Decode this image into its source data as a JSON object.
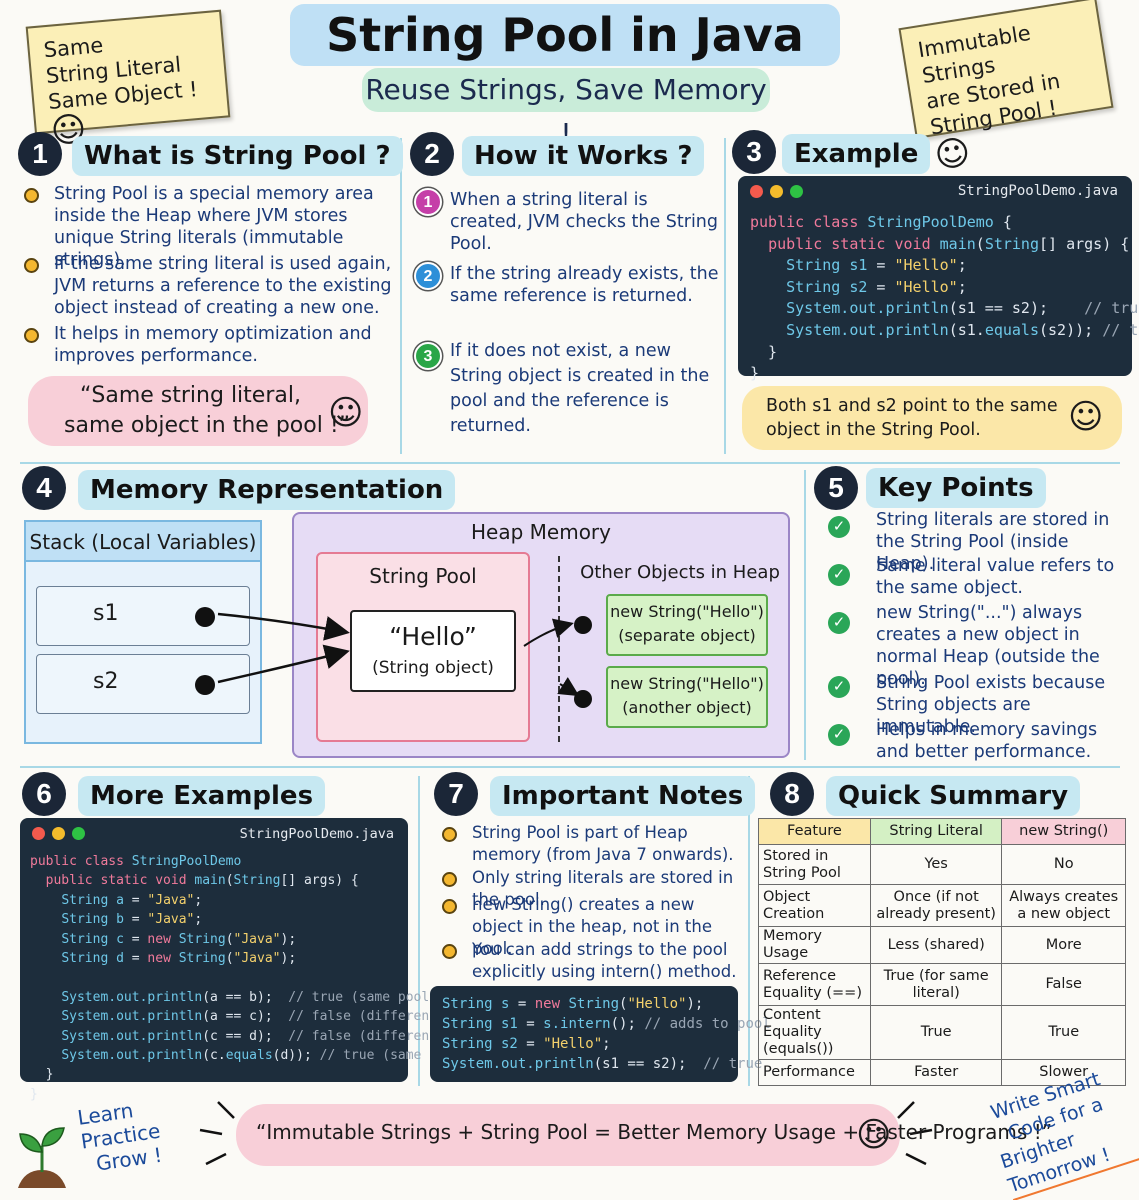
{
  "header": {
    "title": "String Pool in Java",
    "subtitle": "Reuse Strings, Save Memory !",
    "note_left": [
      "Same",
      "String Literal",
      "Same Object !"
    ],
    "note_right": [
      "Immutable Strings",
      "are Stored in",
      "String Pool !"
    ]
  },
  "s1": {
    "num": "1",
    "title": "What is String Pool ?",
    "bullets": [
      "String Pool is a special memory area inside the Heap where JVM stores unique String literals (immutable strings).",
      "If the same string literal is used again, JVM returns a reference to the existing object instead of creating a new one.",
      "It helps in memory optimization and improves performance."
    ],
    "quote_line1": "“Same string literal,",
    "quote_line2": "same object in the pool !”"
  },
  "s2": {
    "num": "2",
    "title": "How it Works ?",
    "steps": [
      {
        "num": "1",
        "text": "When a string literal is created, JVM checks the String Pool.",
        "color": "#c53fa8"
      },
      {
        "num": "2",
        "text": "If the string already exists, the same reference is returned.",
        "color": "#2d8fd8"
      },
      {
        "num": "3",
        "text": "If it does not exist, a new String object is created in the pool and the reference is returned.",
        "color": "#2aa648"
      }
    ]
  },
  "s3": {
    "num": "3",
    "title": "Example",
    "filename": "StringPoolDemo.java",
    "callout": "Both s1 and s2 point to the same object in the String Pool."
  },
  "s4": {
    "num": "4",
    "title": "Memory Representation",
    "stack_title": "Stack (Local Variables)",
    "var1": "s1",
    "var2": "s2",
    "heap_title": "Heap Memory",
    "pool_title": "String Pool",
    "pool_value": "“Hello”",
    "pool_sub": "(String object)",
    "other_title": "Other Objects in Heap",
    "obj1_a": "new String(\"Hello\")",
    "obj1_b": "(separate object)",
    "obj2_a": "new String(\"Hello\")",
    "obj2_b": "(another object)"
  },
  "s5": {
    "num": "5",
    "title": "Key Points",
    "points": [
      "String literals are stored in the String Pool (inside Heap).",
      "Same literal value refers to the same object.",
      "new String(\"...\") always creates a new object in normal Heap (outside the pool).",
      "String Pool exists because String objects are immutable.",
      "Helps in memory savings and better performance."
    ]
  },
  "s6": {
    "num": "6",
    "title": "More Examples",
    "filename": "StringPoolDemo.java"
  },
  "s7": {
    "num": "7",
    "title": "Important Notes",
    "notes": [
      "String Pool is part of Heap memory (from Java 7 onwards).",
      "Only string literals are stored in the pool.",
      "new String() creates a new object in the heap, not in the pool.",
      "You can add strings to the pool explicitly using intern() method."
    ]
  },
  "s8": {
    "num": "8",
    "title": "Quick Summary",
    "headers": [
      "Feature",
      "String Literal",
      "new String()"
    ],
    "rows": [
      [
        "Stored in String Pool",
        "Yes",
        "No"
      ],
      [
        "Object Creation",
        "Once (if not already present)",
        "Always creates a new object"
      ],
      [
        "Memory Usage",
        "Less (shared)",
        "More"
      ],
      [
        "Reference Equality (==)",
        "True (for same literal)",
        "False"
      ],
      [
        "Content Equality (equals())",
        "True",
        "True"
      ],
      [
        "Performance",
        "Faster",
        "Slower"
      ]
    ]
  },
  "footer": {
    "left": [
      "Learn",
      "Practice",
      "Grow !"
    ],
    "banner": "“Immutable Strings + String Pool = Better Memory Usage + Faster Programs !”",
    "right": [
      "Write Smart",
      "Code for a",
      "Brighter Tomorrow !"
    ]
  },
  "colors": {
    "accent_blue": "#c6e8f2",
    "pink": "#f8cfd8",
    "yellow": "#fbe7a8",
    "code_bg": "#1d2d3c",
    "green_check": "#2aa658"
  }
}
